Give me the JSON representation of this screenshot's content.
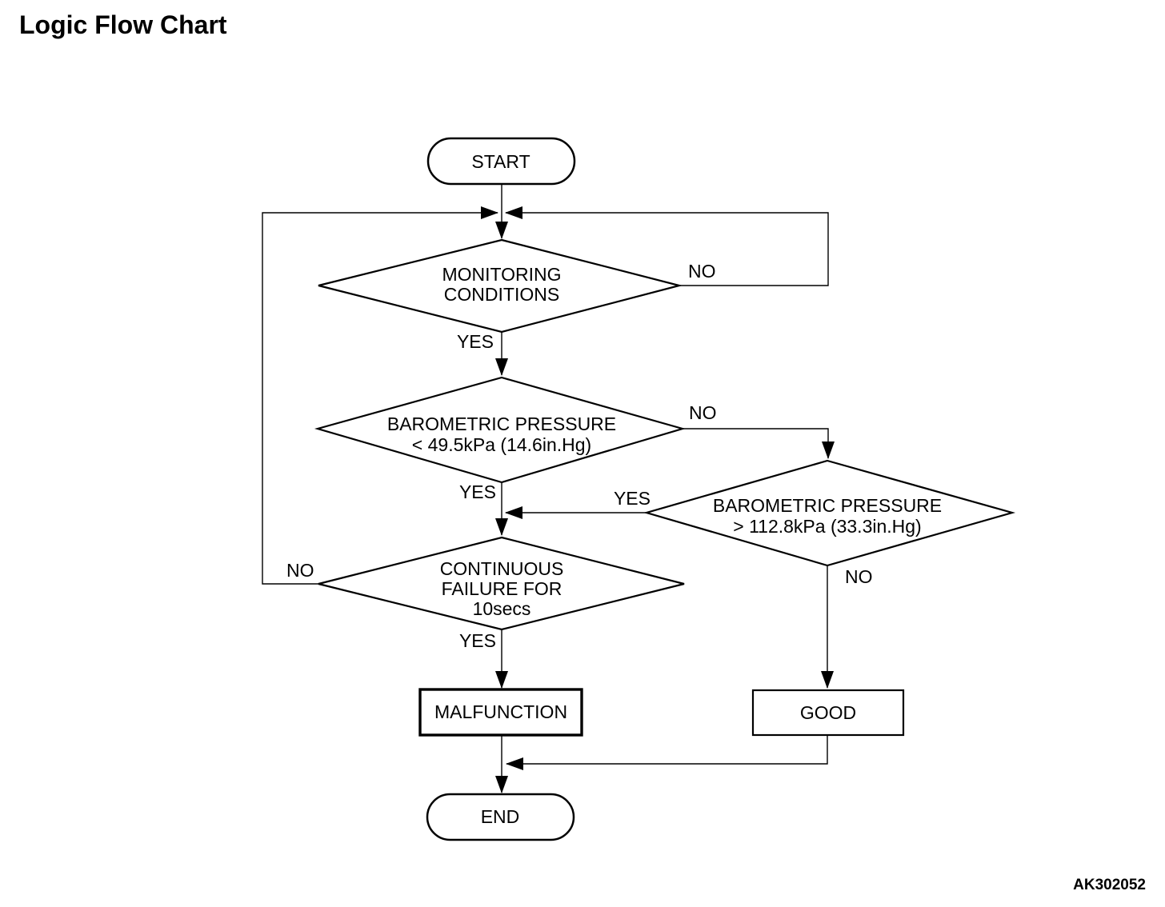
{
  "page": {
    "title": "Logic Flow Chart",
    "figure_code": "AK302052",
    "background_color": "#ffffff",
    "line_color": "#000000"
  },
  "diagram": {
    "type": "flowchart",
    "nodes": {
      "start": {
        "shape": "terminator",
        "label": "START"
      },
      "monitoring": {
        "shape": "decision",
        "line1": "MONITORING",
        "line2": "CONDITIONS"
      },
      "baro_low": {
        "shape": "decision",
        "line1": "BAROMETRIC PRESSURE",
        "line2": "< 49.5kPa (14.6in.Hg)"
      },
      "baro_high": {
        "shape": "decision",
        "line1": "BAROMETRIC PRESSURE",
        "line2": "> 112.8kPa (33.3in.Hg)"
      },
      "continuous_failure": {
        "shape": "decision",
        "line1": "CONTINUOUS",
        "line2": "FAILURE FOR",
        "line3": "10secs"
      },
      "malfunction": {
        "shape": "process",
        "label": "MALFUNCTION"
      },
      "good": {
        "shape": "process",
        "label": "GOOD"
      },
      "end": {
        "shape": "terminator",
        "label": "END"
      }
    },
    "edges": [
      {
        "from": "start",
        "to": "monitoring",
        "label": ""
      },
      {
        "from": "monitoring",
        "to": "baro_low",
        "label": "YES"
      },
      {
        "from": "monitoring",
        "to": "loop_junction_above_monitoring",
        "label": "NO"
      },
      {
        "from": "baro_low",
        "to": "continuous_failure",
        "label": "YES"
      },
      {
        "from": "baro_low",
        "to": "baro_high",
        "label": "NO"
      },
      {
        "from": "baro_high",
        "to": "continuous_failure",
        "label": "YES"
      },
      {
        "from": "baro_high",
        "to": "good",
        "label": "NO"
      },
      {
        "from": "continuous_failure",
        "to": "malfunction",
        "label": "YES"
      },
      {
        "from": "continuous_failure",
        "to": "loop_junction_above_monitoring",
        "label": "NO"
      },
      {
        "from": "malfunction",
        "to": "end",
        "label": ""
      },
      {
        "from": "good",
        "to": "end",
        "label": ""
      }
    ]
  }
}
